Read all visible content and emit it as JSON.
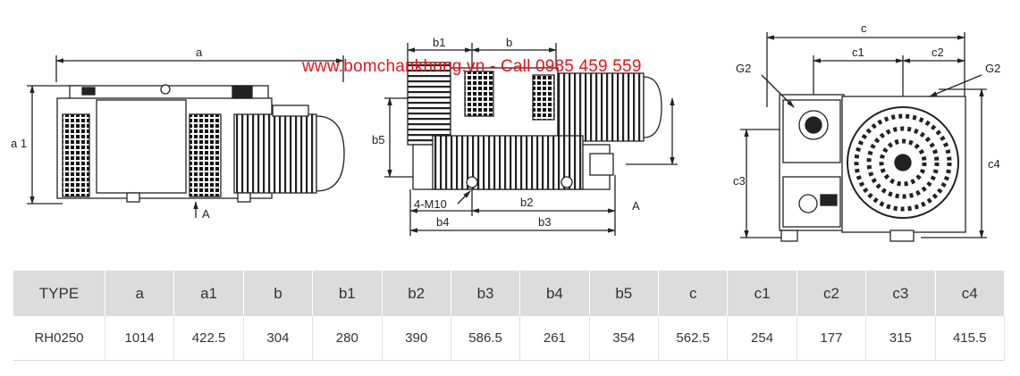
{
  "watermark": "www.bomchankhong.vn - Call 0985 459 559",
  "labels": {
    "a": "a",
    "a1": "a 1",
    "A_left": "A",
    "b1": "b1",
    "b": "b",
    "b5": "b5",
    "b2": "b2",
    "b4": "b4",
    "b3": "b3",
    "m10": "4-M10",
    "A_mid": "A",
    "c": "c",
    "c1": "c1",
    "c2": "c2",
    "g2_left": "G2",
    "g2_right": "G2",
    "c3": "c3",
    "c4": "c4"
  },
  "table": {
    "headers": [
      "TYPE",
      "a",
      "a1",
      "b",
      "b1",
      "b2",
      "b3",
      "b4",
      "b5",
      "c",
      "c1",
      "c2",
      "c3",
      "c4"
    ],
    "row": [
      "RH0250",
      "1014",
      "422.5",
      "304",
      "280",
      "390",
      "586.5",
      "261",
      "354",
      "562.5",
      "254",
      "177",
      "315",
      "415.5"
    ]
  },
  "colors": {
    "watermark": "#e3141b",
    "header_bg": "#dcdcdc"
  }
}
